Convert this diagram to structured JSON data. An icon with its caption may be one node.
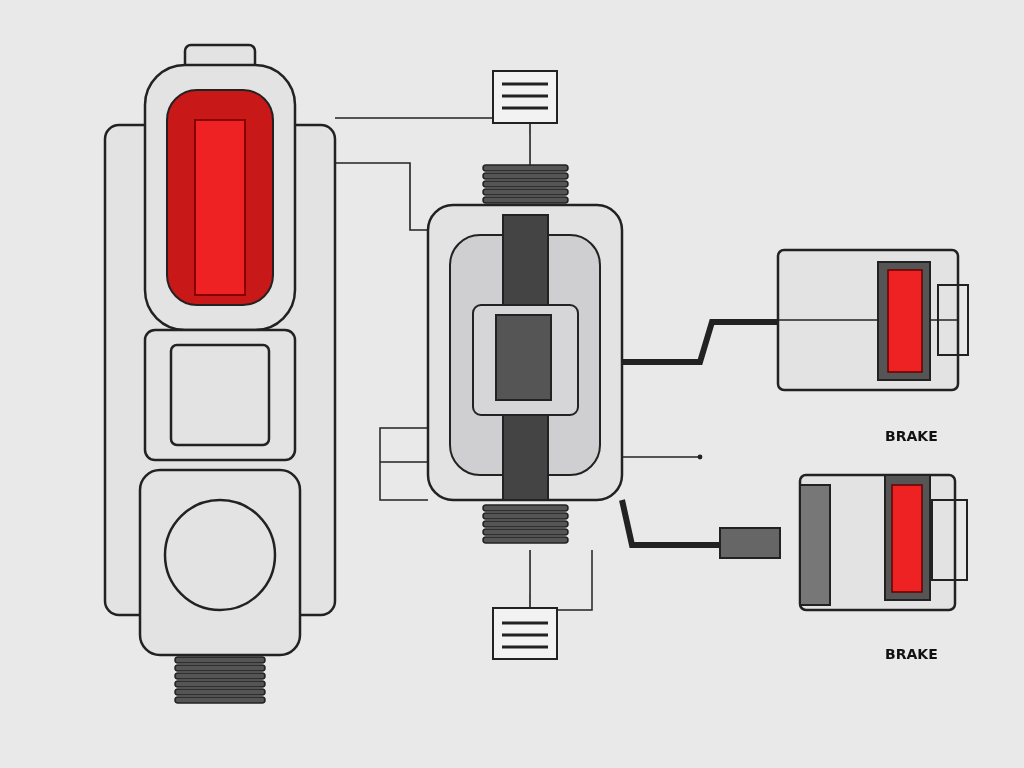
{
  "diagram": {
    "nodes": [
      {
        "text": [],
        "shape": "picture"
      },
      {
        "text": [],
        "shape": "box"
      },
      {
        "text": [],
        "shape": "picture"
      },
      {
        "text": [],
        "shape": "box"
      },
      {
        "text": [],
        "shape": "picture"
      },
      {
        "text": [],
        "shape": "picture"
      }
    ],
    "edges": [
      {
        "from": 0,
        "to": 1,
        "arrow": "none"
      },
      {
        "from": 0,
        "to": 2,
        "arrow": "none"
      },
      {
        "from": 1,
        "to": 2,
        "arrow": "none"
      },
      {
        "from": 2,
        "to": 4,
        "arrow": "none",
        "style": "thick"
      },
      {
        "from": 2,
        "to": 5,
        "arrow": "none",
        "style": "thick"
      },
      {
        "from": 2,
        "to": 3,
        "arrow": "none"
      },
      {
        "from": 2,
        "to": null,
        "arrow": "other"
      }
    ],
    "labels": [
      "BRAKE",
      "BRAKE"
    ]
  }
}
